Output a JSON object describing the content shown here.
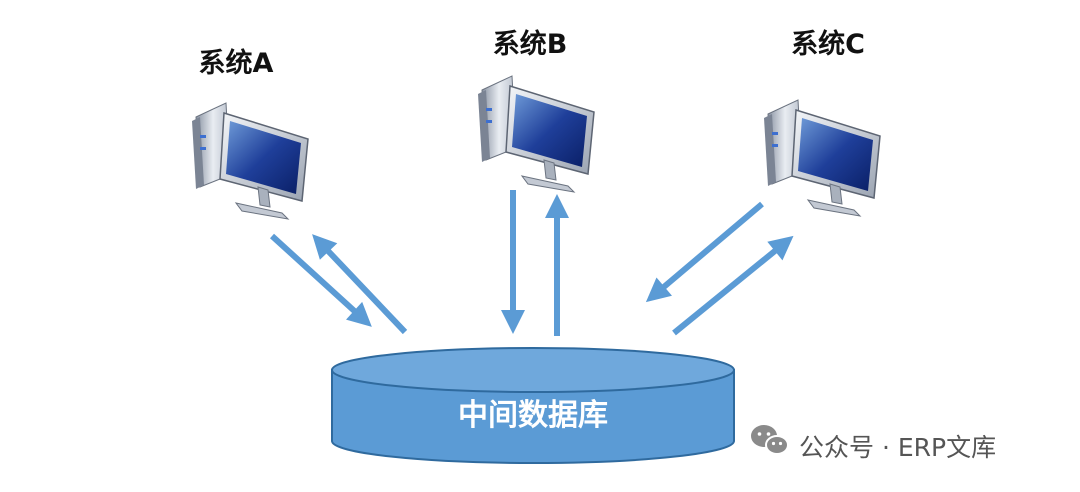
{
  "systems": [
    {
      "label": "系统A",
      "icon": "computer-icon"
    },
    {
      "label": "系统B",
      "icon": "computer-icon"
    },
    {
      "label": "系统C",
      "icon": "computer-icon"
    }
  ],
  "database": {
    "label": "中间数据库",
    "icon": "database-cylinder"
  },
  "watermark": {
    "text": "公众号 · ERP文库",
    "icon": "wechat-icon"
  },
  "colors": {
    "arrow": "#5b9bd5",
    "database_fill": "#5b9bd5",
    "database_top": "#6fa8dc",
    "database_edge": "#2f6a9e",
    "text": "#111111",
    "watermark": "#555555"
  }
}
